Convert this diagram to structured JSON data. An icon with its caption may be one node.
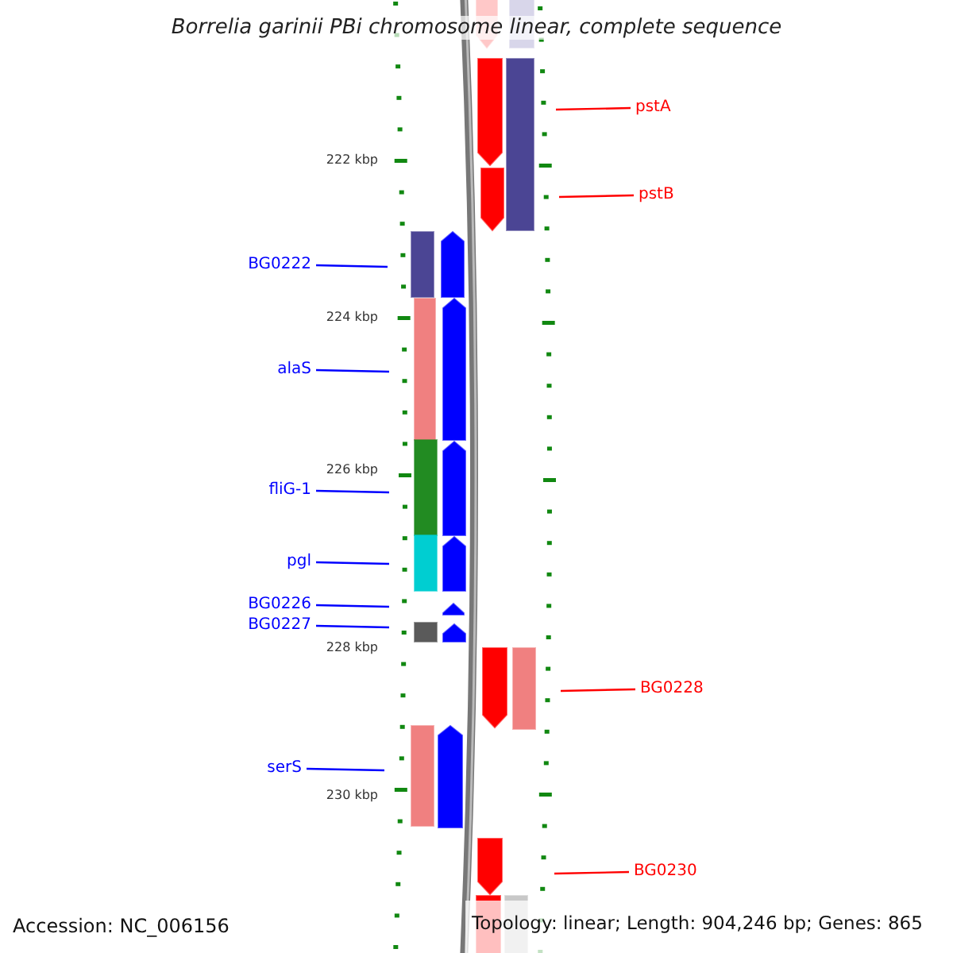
{
  "diagram": {
    "title": "Borrelia garinii PBi chromosome linear, complete sequence",
    "nodes": [
      {
        "text": [
          "pstA"
        ]
      },
      {
        "text": [
          "pstB"
        ]
      },
      {
        "text": [
          "BG0222"
        ]
      },
      {
        "text": [
          "alaS"
        ]
      },
      {
        "text": [
          "fliG-1"
        ]
      },
      {
        "text": [
          "pgl"
        ]
      },
      {
        "text": [
          "BG0226"
        ]
      },
      {
        "text": [
          "BG0227"
        ]
      },
      {
        "text": [
          "BG0228"
        ]
      },
      {
        "text": [
          "serS"
        ]
      },
      {
        "text": [
          "BG0230"
        ]
      }
    ],
    "edges": [
      {
        "from": 0,
        "to": null,
        "arrow": "none",
        "color": "#ff0000"
      },
      {
        "from": 1,
        "to": null,
        "arrow": "none",
        "color": "#ff0000"
      },
      {
        "from": 2,
        "to": null,
        "arrow": "none"
      },
      {
        "from": 3,
        "to": null,
        "arrow": "none"
      },
      {
        "from": 4,
        "to": null,
        "arrow": "none"
      },
      {
        "from": 5,
        "to": null,
        "arrow": "none"
      },
      {
        "from": 6,
        "to": null,
        "arrow": "none"
      },
      {
        "from": 7,
        "to": null,
        "arrow": "none"
      },
      {
        "from": 8,
        "to": null,
        "arrow": "none",
        "color": "#ff0000"
      },
      {
        "from": 9,
        "to": null,
        "arrow": "none"
      },
      {
        "from": 10,
        "to": null,
        "arrow": "none",
        "color": "#ff0000"
      }
    ],
    "labels": [
      "222 kbp",
      "224 kbp",
      "226 kbp",
      "228 kbp",
      "230 kbp",
      "Accession: NC_006156",
      "Topology: linear; Length: 904,246 bp; Genes: 865"
    ]
  }
}
